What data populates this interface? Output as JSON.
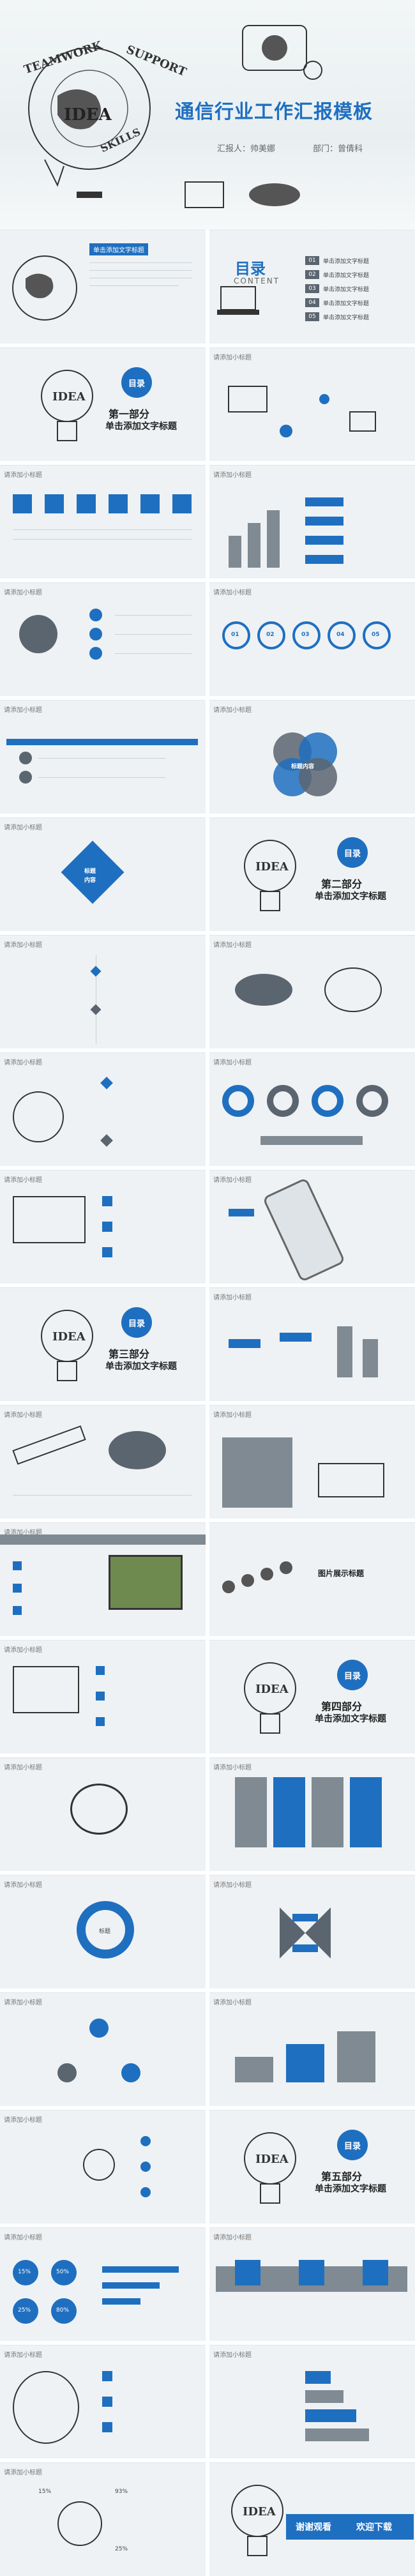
{
  "cover": {
    "title": "通信行业工作汇报模板",
    "reporter": "汇报人：帅美娜",
    "department": "部门：曾倩科",
    "doodle_words": [
      "TEAMWORK",
      "SUPPORT",
      "IDEA",
      "SKILLS"
    ]
  },
  "toc": {
    "title": "目录",
    "subtitle": "CONTENT",
    "items": [
      {
        "num": "01",
        "label": "单击添加文字标题"
      },
      {
        "num": "02",
        "label": "单击添加文字标题"
      },
      {
        "num": "03",
        "label": "单击添加文字标题"
      },
      {
        "num": "04",
        "label": "单击添加文字标题"
      },
      {
        "num": "05",
        "label": "单击添加文字标题"
      }
    ]
  },
  "sections": [
    {
      "circle": "目录",
      "part": "第一部分",
      "title": "单击添加文字标题"
    },
    {
      "circle": "目录",
      "part": "第二部分",
      "title": "单击添加文字标题"
    },
    {
      "circle": "目录",
      "part": "第三部分",
      "title": "单击添加文字标题"
    },
    {
      "circle": "目录",
      "part": "第四部分",
      "title": "单击添加文字标题"
    },
    {
      "circle": "目录",
      "part": "第五部分",
      "title": "单击添加文字标题"
    }
  ],
  "slide_header": "请添加小标题",
  "steps": [
    "01",
    "02",
    "03",
    "04",
    "05"
  ],
  "center_labels": {
    "title_content": "标题内容",
    "title": "标题",
    "content": "内容"
  },
  "percents": [
    "15%",
    "50%",
    "25%",
    "80%",
    "93%"
  ],
  "image_title": "图片展示标题",
  "ending": {
    "thanks": "谢谢观看",
    "welcome": "欢迎下载"
  },
  "colors": {
    "accent": "#1f6fc0",
    "gray": "#5b6570",
    "background": "#eef2f4"
  }
}
